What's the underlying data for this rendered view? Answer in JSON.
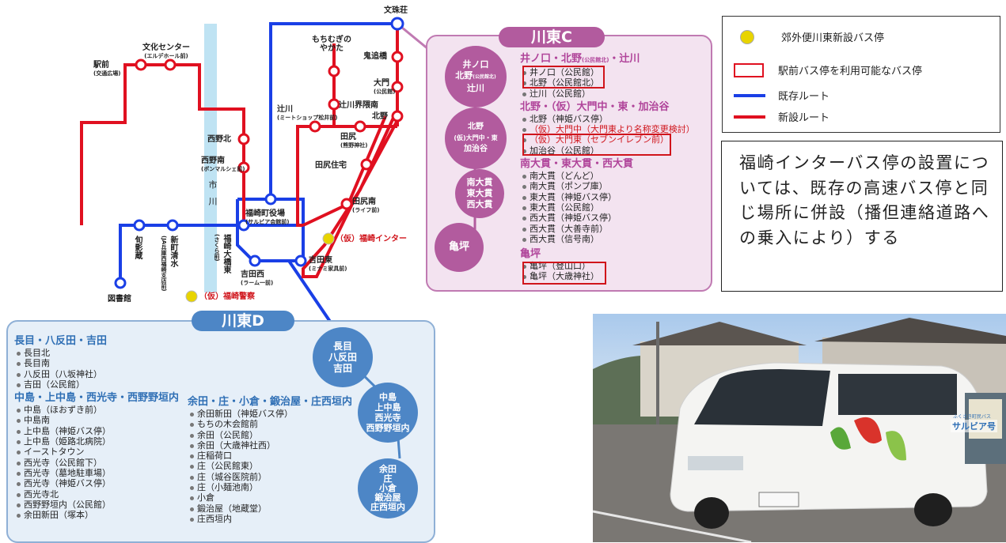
{
  "legend": {
    "new_stop": "郊外便川東新設バス停",
    "station_usable": "駅前バス停を利用可能なバス停",
    "existing_route": "既存ルート",
    "new_route": "新設ルート"
  },
  "note": "福崎インターバス停の設置については、既存の高速バス停と同じ場所に併設（播但連絡道路への乗入により）する",
  "colors": {
    "existing_route": "#1a3fe6",
    "new_route": "#e01020",
    "panel_c": "#b25b9e",
    "panel_d": "#4d86c6",
    "new_stop": "#e8d400"
  },
  "map": {
    "river": "市川",
    "stops": {
      "bunjuso": "文珠荘",
      "mochimugi": "もちむぎの\nやかた",
      "onioikaku": "鬼追橋",
      "daimon": "大門",
      "daimon_sub": "(公民館)",
      "tsujikawa_kaikan": "辻川界隈南",
      "tsujikawa": "辻川",
      "tsujikawa_sub": "(ミートショップ松井前)",
      "kitano": "北野",
      "tajiri": "田尻",
      "tajiri_sub": "(熊野神社)",
      "tajiri_jutaku": "田尻住宅",
      "tajiri_minami": "田尻南",
      "tajiri_minami_sub": "(ライフ前)",
      "fukusaki_ic": "（仮）福崎インター",
      "yakuba": "福崎町役場",
      "yakuba_sub": "(サルビア会館前)",
      "yoshidahigashi": "吉田東",
      "yoshidahigashi_sub": "(ミナミ家具前)",
      "yoshidanishi": "吉田西",
      "yoshidanishi_sub": "(ラーム一前)",
      "fukusaki_ohashi": "福崎大橋東",
      "fukusaki_ohashi_sub": "(さくら前)",
      "nishinokita": "西野北",
      "nishinominami": "西野南",
      "nishinominami_sub": "(ボンマルシェ前)",
      "bunka_center": "文化センター",
      "bunka_center_sub": "(エルデホール前)",
      "ekimae": "駅前",
      "ekimae_sub": "(交通広場)",
      "shinmachi": "新町清水",
      "shinmachi_sub": "(JA兵庫西福崎支店前)",
      "kuboku": "旬影蔵",
      "toshokan": "図書館",
      "keisatsu": "（仮）福崎警察"
    }
  },
  "panel_c": {
    "title": "川東C",
    "circles": {
      "c1": {
        "a": "井ノ口",
        "b": "北野",
        "b_sub": "(公民館北)",
        "c": "辻川"
      },
      "c2": {
        "a": "北野",
        "b": "(仮)大門中・東",
        "c": "加治谷"
      },
      "c3": {
        "a": "南大貫",
        "b": "東大貫",
        "c": "西大貫"
      },
      "c4": {
        "a": "亀坪"
      }
    },
    "groups": [
      {
        "heading": "井ノ口・北野",
        "heading_sub": "(公民館北)",
        "heading_tail": "・辻川",
        "items": [
          "井ノ口（公民館）",
          "北野（公民館北）",
          "辻川（公民館）"
        ]
      },
      {
        "heading": "北野・（仮）大門中・東・加治谷",
        "items": [
          "北野（神姫バス停）",
          "（仮）大門中（大門東より名称変更検討）",
          "（仮）大門東（セブンイレブン前）",
          "加治谷（公民館）"
        ]
      },
      {
        "heading": "南大貫・東大貫・西大貫",
        "items": [
          "南大貫（どんど）",
          "南大貫（ポンプ庫）",
          "東大貫（神姫バス停）",
          "東大貫（公民館）",
          "西大貫（神姫バス停）",
          "西大貫（大善寺前）",
          "西大貫（信号南）"
        ]
      },
      {
        "heading": "亀坪",
        "items": [
          "亀坪（登山口）",
          "亀坪（大歳神社）"
        ]
      }
    ]
  },
  "panel_d": {
    "title": "川東D",
    "circles": {
      "d1": {
        "a": "長目",
        "b": "八反田",
        "c": "吉田"
      },
      "d2": {
        "a": "中島",
        "b": "上中島",
        "c": "西光寺",
        "d": "西野野垣内"
      },
      "d3": {
        "a": "余田",
        "b": "庄",
        "c": "小倉",
        "d": "鍛治屋",
        "e": "庄西垣内"
      }
    },
    "groups": [
      {
        "heading": "長目・八反田・吉田",
        "items": [
          "長目北",
          "長目南",
          "八反田（八坂神社）",
          "吉田（公民館）"
        ]
      },
      {
        "heading": "中島・上中島・西光寺・西野野垣内",
        "items": [
          "中島（ほおずき前）",
          "中島南",
          "上中島（神姫バス停）",
          "上中島（姫路北病院）",
          "イーストタウン",
          "西光寺（公民館下）",
          "西光寺（墓地駐車場）",
          "西光寺（神姫バス停）",
          "西光寺北",
          "西野野垣内（公民館）",
          "余田新田（塚本）"
        ]
      },
      {
        "heading": "余田・庄・小倉・鍛治屋・庄西垣内",
        "items": [
          "余田新田（神姫バス停）",
          "もちの木会館前",
          "余田（公民館）",
          "余田（大歳神社西）",
          "庄稲荷口",
          "庄（公民館東）",
          "庄（城谷医院前）",
          "庄（小麺池南）",
          "小倉",
          "鍛治屋（地蔵堂）",
          "庄西垣内"
        ]
      }
    ]
  },
  "photo": {
    "bus_side_small": "ふくさき町民バス",
    "bus_side": "サルビア号"
  }
}
